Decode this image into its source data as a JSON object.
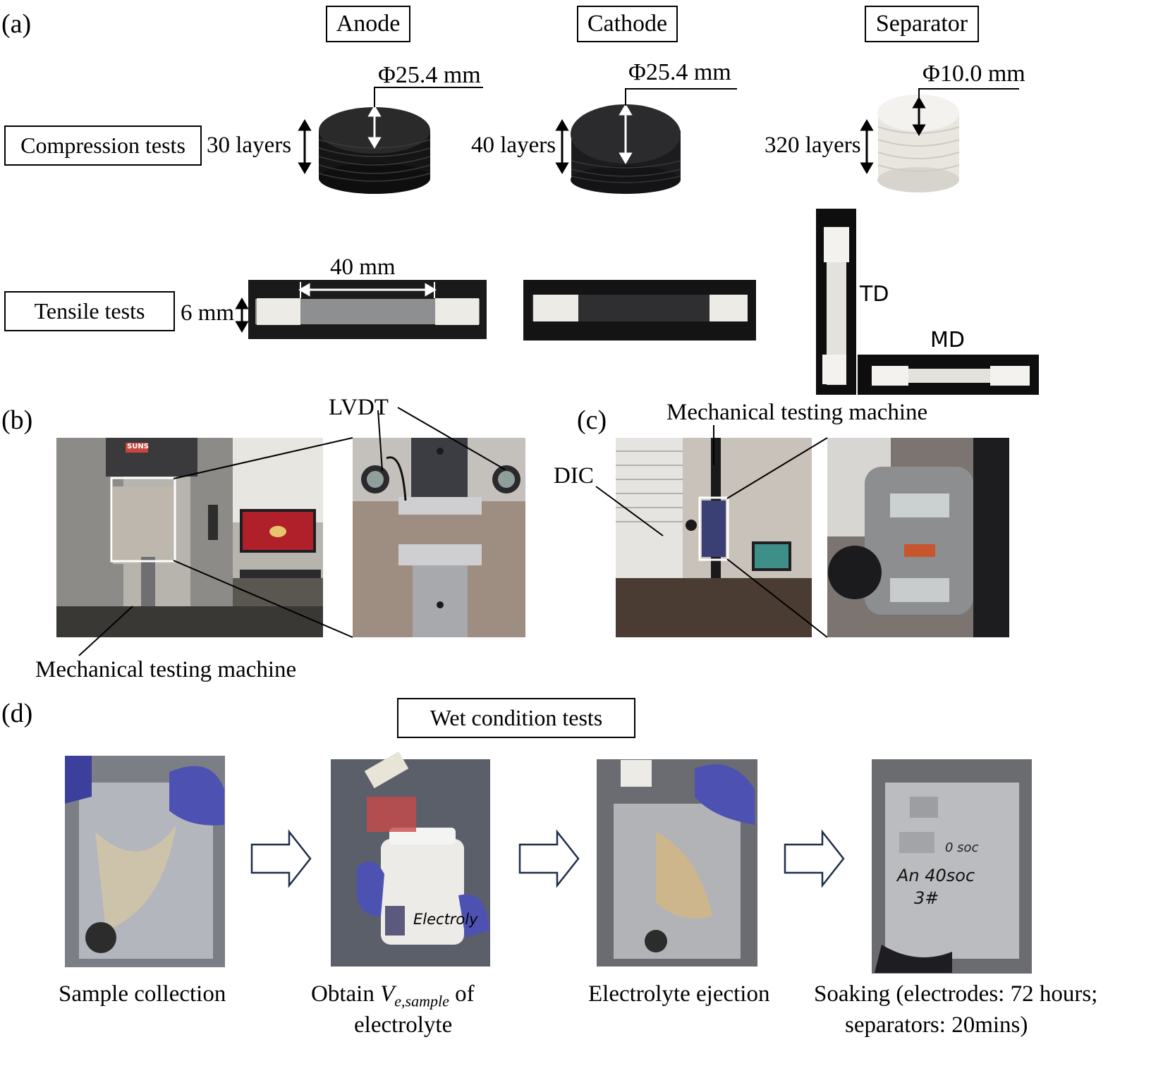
{
  "panel_labels": {
    "a": "(a)",
    "b": "(b)",
    "c": "(c)",
    "d": "(d)"
  },
  "headers": {
    "anode": "Anode",
    "cathode": "Cathode",
    "separator": "Separator"
  },
  "row_labels": {
    "compression": "Compression tests",
    "tensile": "Tensile tests"
  },
  "compression": {
    "anode": {
      "diameter": "Φ25.4 mm",
      "layers": "30 layers"
    },
    "cathode": {
      "diameter": "Φ25.4 mm",
      "layers": "40 layers"
    },
    "separator": {
      "diameter": "Φ10.0 mm",
      "layers": "320 layers"
    }
  },
  "tensile": {
    "length": "40 mm",
    "width": "6 mm",
    "td": "TD",
    "md": "MD"
  },
  "panel_b": {
    "lvdt": "LVDT",
    "machine": "Mechanical testing machine",
    "display_brand": "SUNS"
  },
  "panel_c": {
    "machine": "Mechanical testing machine",
    "dic": "DIC"
  },
  "panel_d": {
    "title": "Wet condition tests",
    "steps": [
      {
        "caption": "Sample collection"
      },
      {
        "caption_pre": "Obtain",
        "caption_var": "V",
        "caption_sub": "e,sample",
        "caption_post": "of",
        "caption_line2": "electrolyte"
      },
      {
        "caption": "Electrolyte ejection"
      },
      {
        "caption": "Soaking (electrodes: 72 hours;",
        "caption_line2": "separators: 20mins)"
      }
    ],
    "bottle_label": "Electroly",
    "bag_handwriting": [
      "0 soc",
      "An 40soc",
      "3#"
    ]
  }
}
